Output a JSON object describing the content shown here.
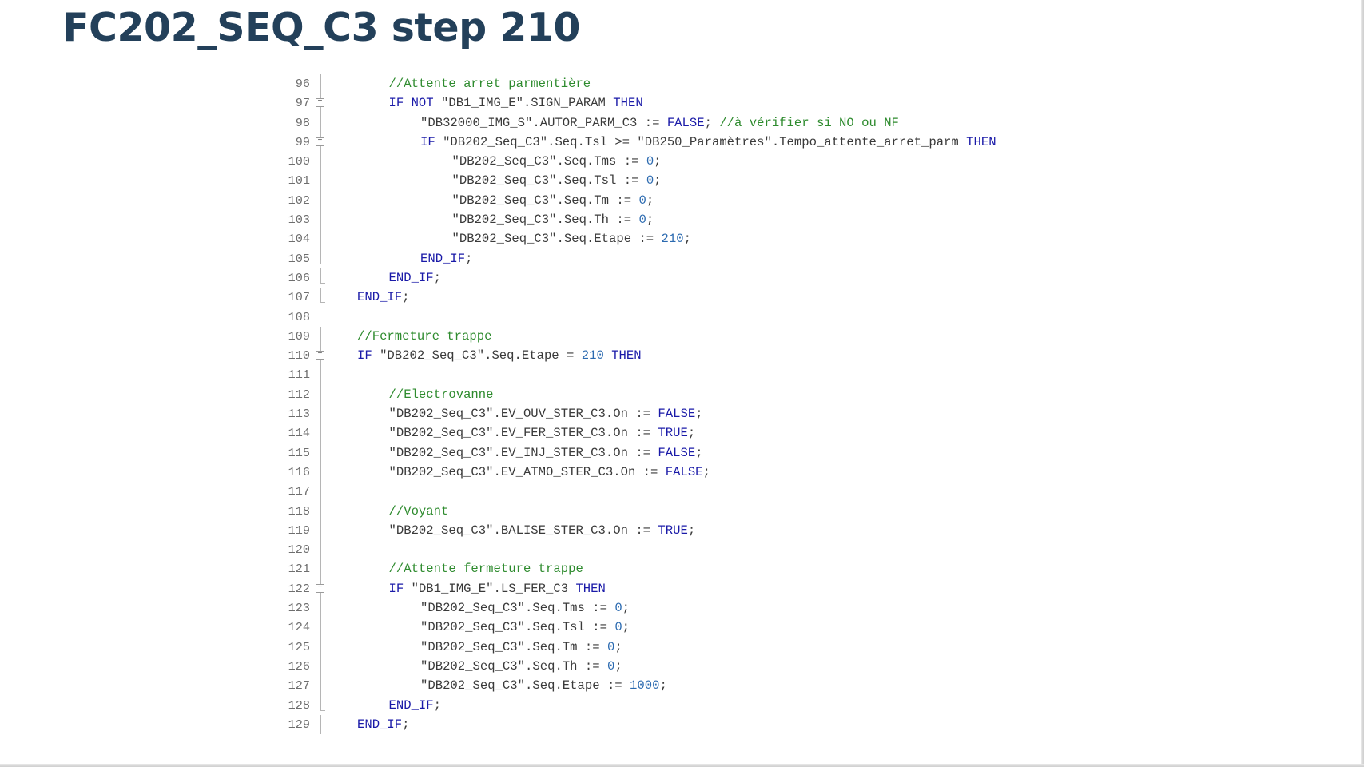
{
  "slide": {
    "title": "FC202_SEQ_C3 step 210"
  },
  "code": {
    "lines": [
      {
        "n": "96",
        "indent": 1,
        "fold": "line",
        "tokens": [
          {
            "t": "cmt",
            "v": "//Attente arret parmentière"
          }
        ]
      },
      {
        "n": "97",
        "indent": 1,
        "fold": "open",
        "tokens": [
          {
            "t": "kw",
            "v": "IF NOT "
          },
          {
            "t": "str",
            "v": "\"DB1_IMG_E\".SIGN_PARAM "
          },
          {
            "t": "kw",
            "v": "THEN"
          }
        ]
      },
      {
        "n": "98",
        "indent": 2,
        "fold": "line",
        "tokens": [
          {
            "t": "str",
            "v": "\"DB32000_IMG_S\".AUTOR_PARM_C3 "
          },
          {
            "t": "op",
            "v": ":= "
          },
          {
            "t": "kw",
            "v": "FALSE"
          },
          {
            "t": "pln",
            "v": "; "
          },
          {
            "t": "cmt",
            "v": "//à vérifier si NO ou NF"
          }
        ]
      },
      {
        "n": "99",
        "indent": 2,
        "fold": "open",
        "tokens": [
          {
            "t": "kw",
            "v": "IF "
          },
          {
            "t": "str",
            "v": "\"DB202_Seq_C3\".Seq.Tsl "
          },
          {
            "t": "op",
            "v": ">= "
          },
          {
            "t": "str",
            "v": "\"DB250_Paramètres\".Tempo_attente_arret_parm "
          },
          {
            "t": "kw",
            "v": "THEN"
          }
        ]
      },
      {
        "n": "100",
        "indent": 3,
        "fold": "line",
        "tokens": [
          {
            "t": "str",
            "v": "\"DB202_Seq_C3\".Seq.Tms "
          },
          {
            "t": "op",
            "v": ":= "
          },
          {
            "t": "num",
            "v": "0"
          },
          {
            "t": "pln",
            "v": ";"
          }
        ]
      },
      {
        "n": "101",
        "indent": 3,
        "fold": "line",
        "tokens": [
          {
            "t": "str",
            "v": "\"DB202_Seq_C3\".Seq.Tsl "
          },
          {
            "t": "op",
            "v": ":= "
          },
          {
            "t": "num",
            "v": "0"
          },
          {
            "t": "pln",
            "v": ";"
          }
        ]
      },
      {
        "n": "102",
        "indent": 3,
        "fold": "line",
        "tokens": [
          {
            "t": "str",
            "v": "\"DB202_Seq_C3\".Seq.Tm "
          },
          {
            "t": "op",
            "v": ":= "
          },
          {
            "t": "num",
            "v": "0"
          },
          {
            "t": "pln",
            "v": ";"
          }
        ]
      },
      {
        "n": "103",
        "indent": 3,
        "fold": "line",
        "tokens": [
          {
            "t": "str",
            "v": "\"DB202_Seq_C3\".Seq.Th "
          },
          {
            "t": "op",
            "v": ":= "
          },
          {
            "t": "num",
            "v": "0"
          },
          {
            "t": "pln",
            "v": ";"
          }
        ]
      },
      {
        "n": "104",
        "indent": 3,
        "fold": "line",
        "tokens": [
          {
            "t": "str",
            "v": "\"DB202_Seq_C3\".Seq.Etape "
          },
          {
            "t": "op",
            "v": ":= "
          },
          {
            "t": "num",
            "v": "210"
          },
          {
            "t": "pln",
            "v": ";"
          }
        ]
      },
      {
        "n": "105",
        "indent": 2,
        "fold": "end",
        "tokens": [
          {
            "t": "kw",
            "v": "END_IF"
          },
          {
            "t": "pln",
            "v": ";"
          }
        ]
      },
      {
        "n": "106",
        "indent": 1,
        "fold": "end",
        "tokens": [
          {
            "t": "kw",
            "v": "END_IF"
          },
          {
            "t": "pln",
            "v": ";"
          }
        ]
      },
      {
        "n": "107",
        "indent": 0,
        "fold": "end",
        "tokens": [
          {
            "t": "kw",
            "v": "END_IF"
          },
          {
            "t": "pln",
            "v": ";"
          }
        ]
      },
      {
        "n": "108",
        "indent": 0,
        "fold": "none",
        "tokens": []
      },
      {
        "n": "109",
        "indent": 0,
        "fold": "line",
        "tokens": [
          {
            "t": "cmt",
            "v": "//Fermeture trappe"
          }
        ]
      },
      {
        "n": "110",
        "indent": 0,
        "fold": "open",
        "tokens": [
          {
            "t": "kw",
            "v": "IF "
          },
          {
            "t": "str",
            "v": "\"DB202_Seq_C3\".Seq.Etape "
          },
          {
            "t": "op",
            "v": "= "
          },
          {
            "t": "num",
            "v": "210 "
          },
          {
            "t": "kw",
            "v": "THEN"
          }
        ]
      },
      {
        "n": "111",
        "indent": 0,
        "fold": "line",
        "tokens": []
      },
      {
        "n": "112",
        "indent": 1,
        "fold": "line",
        "tokens": [
          {
            "t": "cmt",
            "v": "//Electrovanne"
          }
        ]
      },
      {
        "n": "113",
        "indent": 1,
        "fold": "line",
        "tokens": [
          {
            "t": "str",
            "v": "\"DB202_Seq_C3\".EV_OUV_STER_C3.On "
          },
          {
            "t": "op",
            "v": ":= "
          },
          {
            "t": "kw",
            "v": "FALSE"
          },
          {
            "t": "pln",
            "v": ";"
          }
        ]
      },
      {
        "n": "114",
        "indent": 1,
        "fold": "line",
        "tokens": [
          {
            "t": "str",
            "v": "\"DB202_Seq_C3\".EV_FER_STER_C3.On "
          },
          {
            "t": "op",
            "v": ":= "
          },
          {
            "t": "kw",
            "v": "TRUE"
          },
          {
            "t": "pln",
            "v": ";"
          }
        ]
      },
      {
        "n": "115",
        "indent": 1,
        "fold": "line",
        "tokens": [
          {
            "t": "str",
            "v": "\"DB202_Seq_C3\".EV_INJ_STER_C3.On "
          },
          {
            "t": "op",
            "v": ":= "
          },
          {
            "t": "kw",
            "v": "FALSE"
          },
          {
            "t": "pln",
            "v": ";"
          }
        ]
      },
      {
        "n": "116",
        "indent": 1,
        "fold": "line",
        "tokens": [
          {
            "t": "str",
            "v": "\"DB202_Seq_C3\".EV_ATMO_STER_C3.On "
          },
          {
            "t": "op",
            "v": ":= "
          },
          {
            "t": "kw",
            "v": "FALSE"
          },
          {
            "t": "pln",
            "v": ";"
          }
        ]
      },
      {
        "n": "117",
        "indent": 1,
        "fold": "line",
        "tokens": []
      },
      {
        "n": "118",
        "indent": 1,
        "fold": "line",
        "tokens": [
          {
            "t": "cmt",
            "v": "//Voyant"
          }
        ]
      },
      {
        "n": "119",
        "indent": 1,
        "fold": "line",
        "tokens": [
          {
            "t": "str",
            "v": "\"DB202_Seq_C3\".BALISE_STER_C3.On "
          },
          {
            "t": "op",
            "v": ":= "
          },
          {
            "t": "kw",
            "v": "TRUE"
          },
          {
            "t": "pln",
            "v": ";"
          }
        ]
      },
      {
        "n": "120",
        "indent": 1,
        "fold": "line",
        "tokens": []
      },
      {
        "n": "121",
        "indent": 1,
        "fold": "line",
        "tokens": [
          {
            "t": "cmt",
            "v": "//Attente fermeture trappe"
          }
        ]
      },
      {
        "n": "122",
        "indent": 1,
        "fold": "open",
        "tokens": [
          {
            "t": "kw",
            "v": "IF "
          },
          {
            "t": "str",
            "v": "\"DB1_IMG_E\".LS_FER_C3 "
          },
          {
            "t": "kw",
            "v": "THEN"
          }
        ]
      },
      {
        "n": "123",
        "indent": 2,
        "fold": "line",
        "tokens": [
          {
            "t": "str",
            "v": "\"DB202_Seq_C3\".Seq.Tms "
          },
          {
            "t": "op",
            "v": ":= "
          },
          {
            "t": "num",
            "v": "0"
          },
          {
            "t": "pln",
            "v": ";"
          }
        ]
      },
      {
        "n": "124",
        "indent": 2,
        "fold": "line",
        "tokens": [
          {
            "t": "str",
            "v": "\"DB202_Seq_C3\".Seq.Tsl "
          },
          {
            "t": "op",
            "v": ":= "
          },
          {
            "t": "num",
            "v": "0"
          },
          {
            "t": "pln",
            "v": ";"
          }
        ]
      },
      {
        "n": "125",
        "indent": 2,
        "fold": "line",
        "tokens": [
          {
            "t": "str",
            "v": "\"DB202_Seq_C3\".Seq.Tm "
          },
          {
            "t": "op",
            "v": ":= "
          },
          {
            "t": "num",
            "v": "0"
          },
          {
            "t": "pln",
            "v": ";"
          }
        ]
      },
      {
        "n": "126",
        "indent": 2,
        "fold": "line",
        "tokens": [
          {
            "t": "str",
            "v": "\"DB202_Seq_C3\".Seq.Th "
          },
          {
            "t": "op",
            "v": ":= "
          },
          {
            "t": "num",
            "v": "0"
          },
          {
            "t": "pln",
            "v": ";"
          }
        ]
      },
      {
        "n": "127",
        "indent": 2,
        "fold": "line",
        "tokens": [
          {
            "t": "str",
            "v": "\"DB202_Seq_C3\".Seq.Etape "
          },
          {
            "t": "op",
            "v": ":= "
          },
          {
            "t": "num",
            "v": "1000"
          },
          {
            "t": "pln",
            "v": ";"
          }
        ]
      },
      {
        "n": "128",
        "indent": 1,
        "fold": "end",
        "tokens": [
          {
            "t": "kw",
            "v": "END_IF"
          },
          {
            "t": "pln",
            "v": ";"
          }
        ]
      },
      {
        "n": "129",
        "indent": 0,
        "fold": "line",
        "tokens": [
          {
            "t": "kw",
            "v": "END_IF"
          },
          {
            "t": "pln",
            "v": ";"
          }
        ]
      }
    ]
  }
}
